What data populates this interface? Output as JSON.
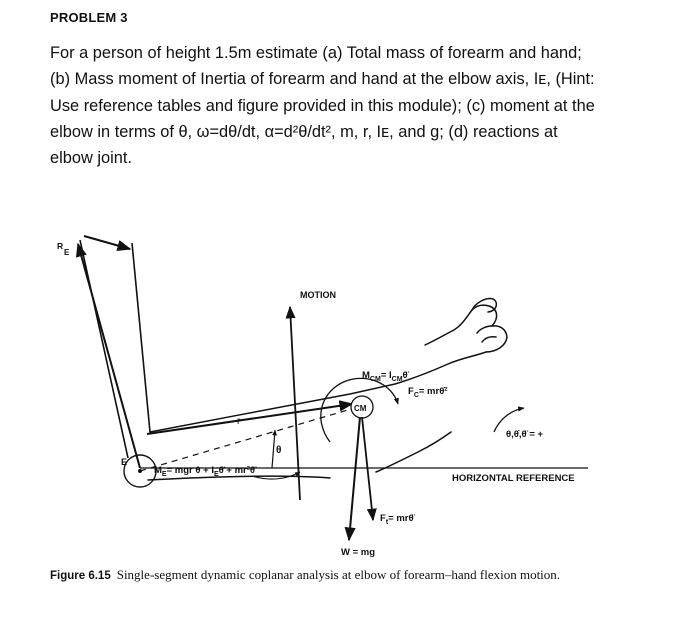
{
  "problem": {
    "heading": "PROBLEM 3",
    "lines": [
      "For a person of height 1.5m estimate (a) Total mass of forearm and hand;",
      "(b) Mass moment of Inertia of forearm and hand at the elbow axis, Iᴇ, (Hint:",
      "Use reference tables and figure provided in this module); (c) moment at the",
      "elbow in terms of θ, ω=dθ/dt, α=d²θ/dt², m, r, Iᴇ, and g; (d) reactions at",
      "elbow joint."
    ]
  },
  "figure": {
    "labels": {
      "re_r": "R",
      "re_e": "E",
      "motion": "MOTION",
      "mcm": "M",
      "mcm_sub": "CM",
      "mcm_eq": "= I",
      "icm_sub": "CM",
      "theta_ddot": "θ̈",
      "fc": "F",
      "fc_sub": "C",
      "fc_eq": "= mrθ̇²",
      "cm": "CM",
      "r": "r",
      "theta": "θ",
      "signs": "θ,θ̇,θ̈ = +",
      "elbow": "E",
      "me_eq": "M",
      "me_sub": "E",
      "me_rhs": "= mgr θ + I",
      "ie_sub": "E",
      "me_rhs2": "θ̈ + mr²θ̈",
      "horizontal": "HORIZONTAL  REFERENCE",
      "ft": "F",
      "ft_sub": "t",
      "ft_eq": "= mrθ̈",
      "weight": "W = mg"
    }
  },
  "caption": {
    "label": "Figure 6.15",
    "text": "Single-segment dynamic coplanar analysis at elbow of forearm–hand flexion motion."
  }
}
